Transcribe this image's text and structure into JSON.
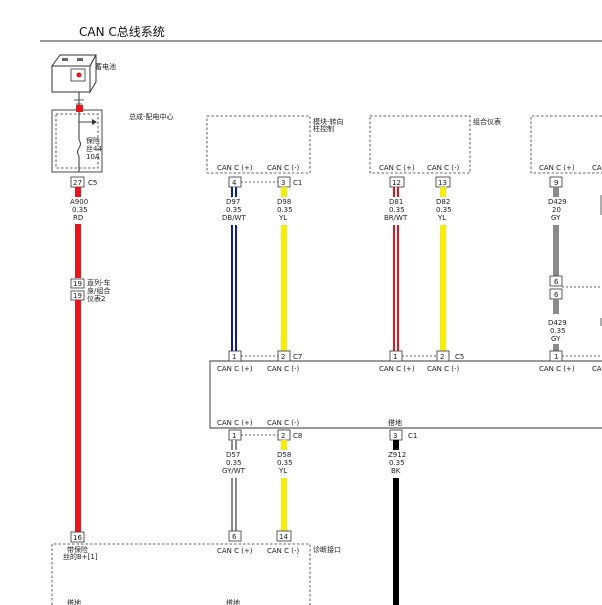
{
  "title": "CAN C总线系统",
  "battery": {
    "label": "蓄电池"
  },
  "pdc": {
    "label": "总成-配电中心",
    "fuse_label_1": "保险",
    "fuse_label_2": "丝44",
    "fuse_rating": "10A",
    "pin": "27",
    "connector": "C5"
  },
  "wires": {
    "a900": {
      "code": "A900",
      "size": "0.35",
      "color": "RD"
    },
    "d97": {
      "code": "D97",
      "size": "0.35",
      "color": "DB/WT"
    },
    "d98": {
      "code": "D98",
      "size": "0.35",
      "color": "YL"
    },
    "d81": {
      "code": "D81",
      "size": "0.35",
      "color": "BR/WT"
    },
    "d82": {
      "code": "D82",
      "size": "0.35",
      "color": "YL"
    },
    "d429a": {
      "code": "D429",
      "size": "20",
      "color": "GY"
    },
    "d429b": {
      "code": "D429",
      "size": "0.35",
      "color": "GY"
    },
    "d57": {
      "code": "D57",
      "size": "0.35",
      "color": "GY/WT"
    },
    "d58": {
      "code": "D58",
      "size": "0.35",
      "color": "YL"
    },
    "z912": {
      "code": "Z912",
      "size": "0.35",
      "color": "BK"
    }
  },
  "inline": {
    "pin": "19",
    "label_1": "直列-车",
    "label_2": "身/组合",
    "label_3": "仪表2"
  },
  "module1": {
    "label_1": "模块-转向",
    "label_2": "柱控制",
    "can_plus": "CAN C (+)",
    "can_minus": "CAN C (-)",
    "pin_plus": "4",
    "pin_minus": "3",
    "connector": "C1"
  },
  "cluster": {
    "label": "组合仪表",
    "can_plus": "CAN C (+)",
    "can_minus": "CAN C (-)",
    "pin_plus": "12",
    "pin_minus": "13"
  },
  "module3": {
    "can_plus": "CAN C (+)",
    "can_minus_partial": "CA",
    "pin_plus": "9",
    "pin_mid_a": "6",
    "pin_mid_b": "6",
    "pin_bottom": "1"
  },
  "gateway": {
    "top_pins": {
      "a_plus": "1",
      "a_minus": "2",
      "a_conn": "C7",
      "b_plus": "1",
      "b_minus": "2",
      "b_conn": "C5"
    },
    "top_can_plus": "CAN C (+)",
    "top_can_minus": "CAN C (-)",
    "top_can_minus_partial": "CA",
    "bottom_can_plus": "CAN C (+)",
    "bottom_can_minus": "CAN C (-)",
    "bottom_pins": {
      "plus": "1",
      "minus": "2",
      "conn": "C8",
      "ground": "3",
      "ground_conn": "C1"
    },
    "ground_label": "搭地"
  },
  "diag": {
    "label": "诊断接口",
    "can_plus": "CAN C (+)",
    "can_minus": "CAN C (-)",
    "pin_plus": "6",
    "pin_minus": "14"
  },
  "bcm": {
    "pin": "16",
    "label_1": "带保险",
    "label_2": "丝的B+[1]",
    "ground_left": "搭地",
    "ground_right": "搭地"
  },
  "colors": {
    "red": "#e8141c",
    "blue": "#0b1da8",
    "yellow": "#f7ee00",
    "gray": "#8a8a8a",
    "black": "#000000",
    "white": "#ffffff"
  }
}
